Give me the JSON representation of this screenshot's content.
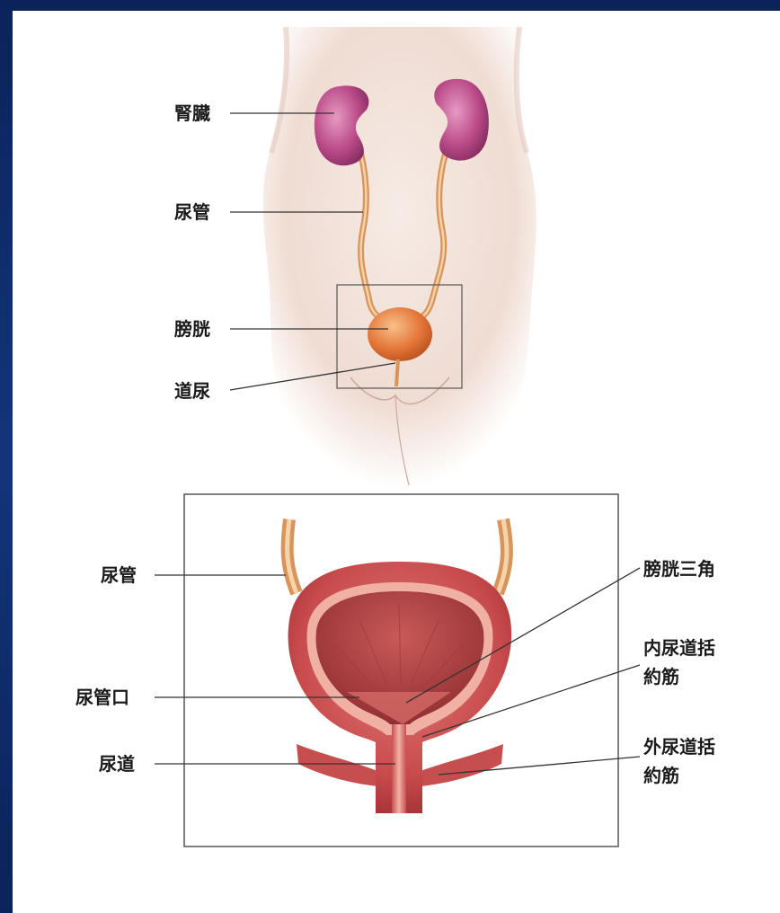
{
  "upper_figure": {
    "labels": {
      "kidney": "腎臓",
      "ureter": "尿管",
      "bladder": "膀胱",
      "urethra": "道尿"
    }
  },
  "lower_figure": {
    "labels": {
      "ureter": "尿管",
      "ureteral_orifice": "尿管口",
      "urethra": "尿道",
      "trigone": "膀胱三角",
      "internal_sphincter_line1": "内尿道括",
      "internal_sphincter_line2": "約筋",
      "external_sphincter_line1": "外尿道括",
      "external_sphincter_line2": "約筋"
    }
  },
  "colors": {
    "background": "#12357a",
    "skin": "#f1e0d8",
    "kidney": "#b34a86",
    "ureter": "#e0a868",
    "bladder": "#e07a3c",
    "bladder_wall": "#c6444a",
    "label_text": "#1a1a1a"
  }
}
